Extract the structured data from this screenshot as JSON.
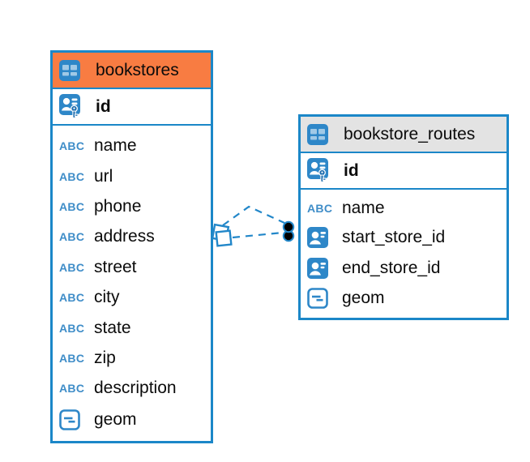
{
  "icons": {
    "text_type_label": "ABC"
  },
  "colors": {
    "accent_blue": "#1b87c8",
    "relation_blue": "#2287c9",
    "header_orange": "#f87c42",
    "header_gray": "#e3e3e3",
    "icon_blue": "#2e87c8",
    "text": "#0b0b0b",
    "marker_dot_fill": "#000000"
  },
  "diagram": {
    "tables": [
      {
        "title": "bookstores",
        "header_style": "orange",
        "primary_key": {
          "label": "id",
          "type": "primary-key"
        },
        "columns": [
          {
            "label": "name",
            "type": "text"
          },
          {
            "label": "url",
            "type": "text"
          },
          {
            "label": "phone",
            "type": "text"
          },
          {
            "label": "address",
            "type": "text"
          },
          {
            "label": "street",
            "type": "text"
          },
          {
            "label": "city",
            "type": "text"
          },
          {
            "label": "state",
            "type": "text"
          },
          {
            "label": "zip",
            "type": "text"
          },
          {
            "label": "description",
            "type": "text"
          },
          {
            "label": "geom",
            "type": "geometry"
          }
        ]
      },
      {
        "title": "bookstore_routes",
        "header_style": "gray",
        "primary_key": {
          "label": "id",
          "type": "primary-key"
        },
        "columns": [
          {
            "label": "name",
            "type": "text"
          },
          {
            "label": "start_store_id",
            "type": "reference"
          },
          {
            "label": "end_store_id",
            "type": "reference"
          },
          {
            "label": "geom",
            "type": "geometry"
          }
        ]
      }
    ],
    "relations": [
      {
        "from_table": "bookstores",
        "to_table": "bookstore_routes",
        "line_style": "dashed",
        "from_marker": "diamond",
        "to_marker": "dot"
      },
      {
        "from_table": "bookstores",
        "to_table": "bookstore_routes",
        "line_style": "dashed",
        "from_marker": "diamond",
        "to_marker": "dot"
      }
    ]
  }
}
